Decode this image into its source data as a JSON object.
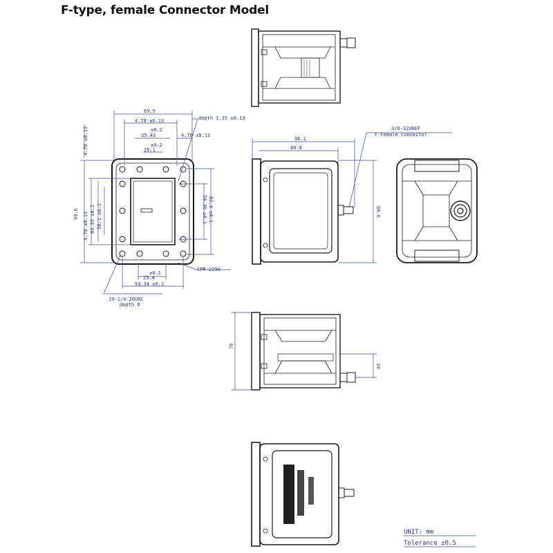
{
  "title": "F-type, female Connector Model",
  "dims": {
    "width_total": "69.9",
    "offset_top": "4.78 ±0.13",
    "depth_top": "depth 1.35 ±0.13",
    "tol_02_a": "±0.2",
    "d_3543": "35.43",
    "tol_02_b": "±0.2",
    "d_291": "29.1",
    "offset_right": "4.78 ±0.13",
    "left_vertical": "4.78 ±0.13",
    "h_996": "99.6",
    "h_478b": "4.78 ±0.13",
    "h_6455": "64.55 ±0.2",
    "h_581": "58.1 ±0.2",
    "h_5436": "54.36 ±0.1",
    "h_823": "82.3 ±0.1",
    "tol_01": "±0.1",
    "d_254": "25.4",
    "d_5334": "53.34 ±0.1",
    "flange": "CPR-229G",
    "thread": "10-1/4-20UNC",
    "thread_depth": "depth 8",
    "side_961": "96.1",
    "side_808": "80.8",
    "side_896": "89.6",
    "connector_spec": "3/8-32UNEF",
    "connector_label": "F-Female Connector",
    "bottom_76": "76",
    "bottom_34": "34"
  },
  "notes": {
    "unit": "UNIT: mm",
    "tolerance": "Tolerance ±0.5"
  }
}
